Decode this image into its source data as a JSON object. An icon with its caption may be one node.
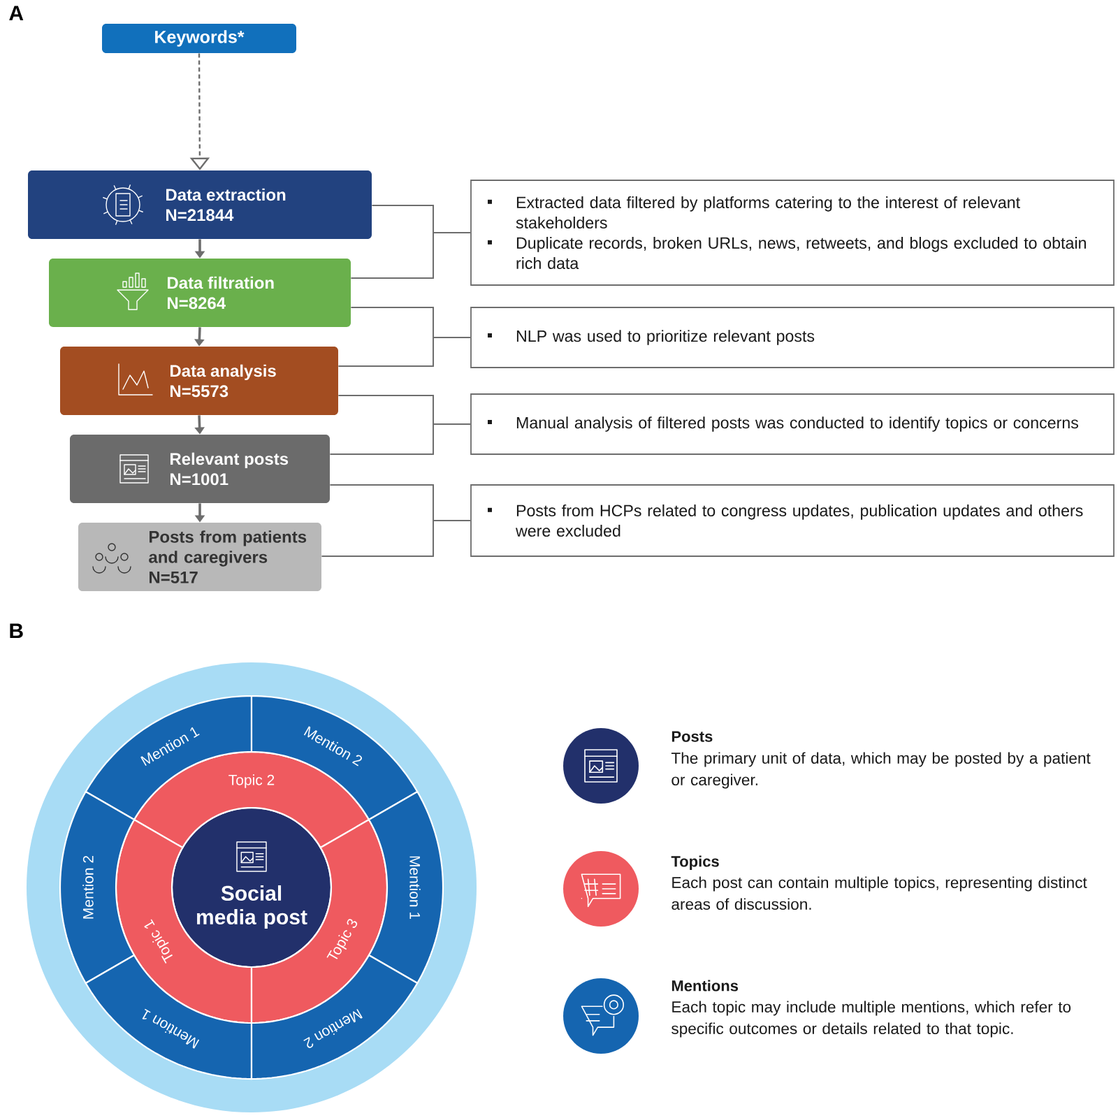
{
  "diagram": {
    "nodes": [
      {
        "text": [
          "Keywords*"
        ]
      },
      {
        "text": [
          "Data extraction",
          "N=21844"
        ]
      },
      {
        "text": [
          "Data filtration",
          "N=8264"
        ]
      },
      {
        "text": [
          "Data analysis",
          "N=5573"
        ]
      },
      {
        "text": [
          "Relevant posts",
          "N=1001"
        ]
      },
      {
        "text": [
          "Posts from patients and caregivers",
          "N=517"
        ]
      },
      {
        "text": [
          "Extracted data filtered by platforms catering to the interest of relevant stakeholders",
          "Duplicate records, broken URLs, news, retweets, and blogs  excluded to obtain rich data"
        ]
      },
      {
        "text": [
          "NLP was used to prioritize relevant posts"
        ]
      },
      {
        "text": [
          "Manual analysis of filtered posts was conducted to identify topics or concerns"
        ]
      },
      {
        "text": [
          "Posts from HCPs related to congress updates, publication updates and others were excluded"
        ]
      },
      {
        "text": [
          "Social media post"
        ]
      },
      {
        "text": [
          "Topic 2"
        ]
      },
      {
        "text": [
          "Topic 1"
        ]
      },
      {
        "text": [
          "Topic 3"
        ]
      },
      {
        "text": [
          "Mention 1"
        ]
      },
      {
        "text": [
          "Mention 2"
        ]
      },
      {
        "text": [
          "Mention 2"
        ]
      },
      {
        "text": [
          "Mention 1"
        ]
      },
      {
        "text": [
          "Mention 1"
        ]
      },
      {
        "text": [
          "Mention 2"
        ]
      }
    ],
    "edges": [
      {
        "from": 0,
        "to": 1,
        "arrow": "to",
        "style": "dashed"
      },
      {
        "from": 1,
        "to": 2,
        "arrow": "to"
      },
      {
        "from": 2,
        "to": 3,
        "arrow": "to"
      },
      {
        "from": 3,
        "to": 4,
        "arrow": "to"
      },
      {
        "from": 4,
        "to": 5,
        "arrow": "to"
      },
      {
        "from": 1,
        "to": 6,
        "arrow": "none"
      },
      {
        "from": 2,
        "to": 6,
        "arrow": "none"
      },
      {
        "from": 2,
        "to": 7,
        "arrow": "none"
      },
      {
        "from": 3,
        "to": 7,
        "arrow": "none"
      },
      {
        "from": 3,
        "to": 8,
        "arrow": "none"
      },
      {
        "from": 4,
        "to": 8,
        "arrow": "none"
      },
      {
        "from": 4,
        "to": 9,
        "arrow": "none"
      },
      {
        "from": 5,
        "to": 9,
        "arrow": "none"
      }
    ],
    "labels": [
      "A",
      "B",
      "Posts",
      "The primary unit of data, which may be posted by a patient or caregiver.",
      "Topics",
      "Each post can contain multiple topics, representing distinct areas of discussion.",
      "Mentions",
      "Each topic may include multiple mentions, which refer to specific outcomes or details related to that topic."
    ]
  }
}
